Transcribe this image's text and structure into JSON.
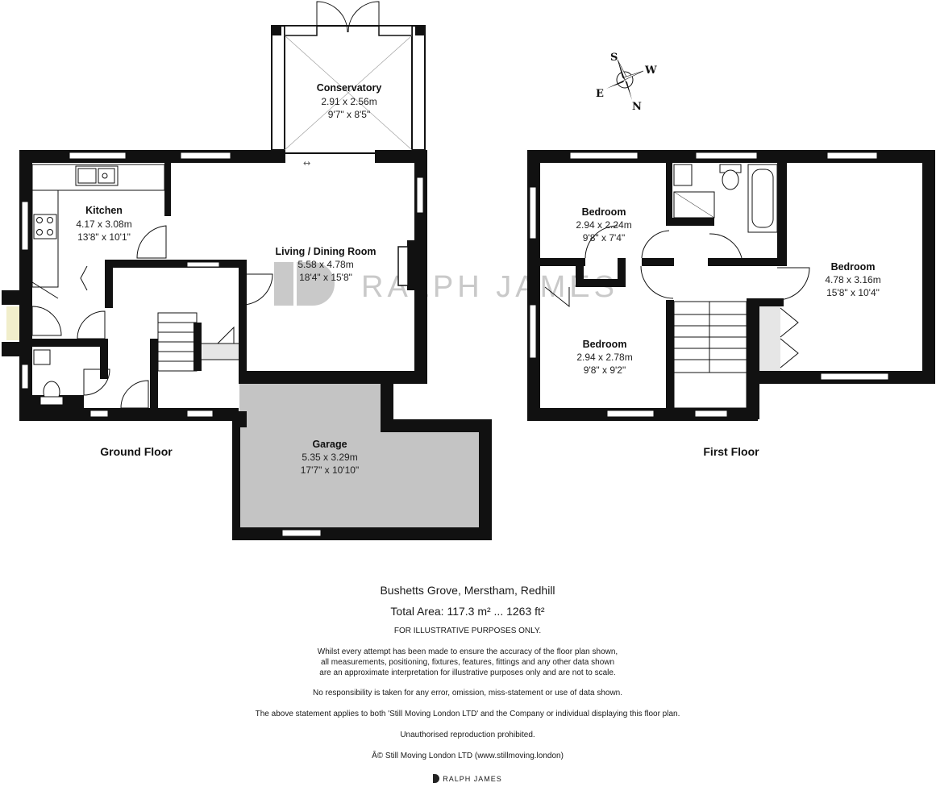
{
  "watermark": {
    "text": "RALPH JAMES"
  },
  "ground_floor": {
    "label": "Ground Floor",
    "rooms": [
      {
        "name": "Conservatory",
        "metric": "2.91 x 2.56m",
        "imperial": "9'7\" x 8'5\""
      },
      {
        "name": "Kitchen",
        "metric": "4.17 x 3.08m",
        "imperial": "13'8\" x 10'1\""
      },
      {
        "name": "Living / Dining Room",
        "metric": "5.58 x 4.78m",
        "imperial": "18'4\" x 15'8\""
      },
      {
        "name": "Garage",
        "metric": "5.35 x 3.29m",
        "imperial": "17'7\" x 10'10\""
      }
    ]
  },
  "first_floor": {
    "label": "First Floor",
    "rooms": [
      {
        "name": "Bedroom",
        "metric": "2.94 x 2.24m",
        "imperial": "9'8\" x 7'4\""
      },
      {
        "name": "Bedroom",
        "metric": "4.78 x 3.16m",
        "imperial": "15'8\" x 10'4\""
      },
      {
        "name": "Bedroom",
        "metric": "2.94 x 2.78m",
        "imperial": "9'8\" x 9'2\""
      }
    ]
  },
  "compass": {
    "S": "S",
    "W": "W",
    "E": "E",
    "N": "N"
  },
  "footer": {
    "address": "Bushetts Grove, Merstham, Redhill",
    "total_area": "Total Area: 117.3 m² ... 1263 ft²",
    "illustrative": "FOR ILLUSTRATIVE PURPOSES ONLY.",
    "disclaimer_lines": [
      "Whilst every attempt has been made to ensure the accuracy of the floor plan shown,",
      "all measurements, positioning, fixtures, features, fittings and any other data shown",
      "are an approximate interpretation for illustrative purposes only and are not to scale."
    ],
    "no_responsibility": "No responsibility is taken for any error, omission, miss-statement or use of data shown.",
    "statement": "The above statement applies to both 'Still Moving London LTD' and the Company or individual displaying this floor plan.",
    "unauthorised": "Unauthorised reproduction prohibited.",
    "copyright": "Â© Still Moving London LTD (www.stillmoving.london)",
    "brand": "RALPH JAMES"
  },
  "colors": {
    "wall": "#111111",
    "garage_fill": "#c4c4c4",
    "window": "#ffffff",
    "cupboard_fill": "#e6e6e6",
    "watermark": "#c9c9c9"
  }
}
